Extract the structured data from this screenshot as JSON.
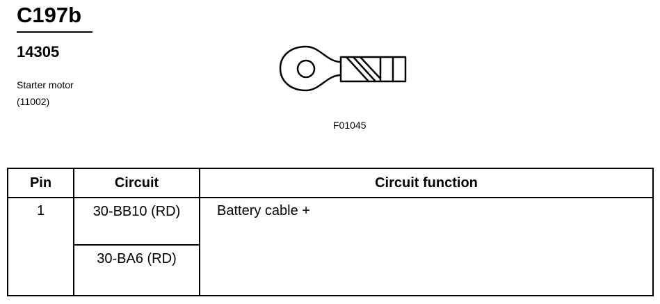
{
  "connector": {
    "id": "C197b",
    "part_number": "14305",
    "component_name": "Starter motor",
    "component_code": "(11002)"
  },
  "figure": {
    "code": "F01045",
    "icon": "ring-terminal-icon"
  },
  "table": {
    "headers": {
      "pin": "Pin",
      "circuit": "Circuit",
      "function": "Circuit function"
    },
    "rows": [
      {
        "pin": "1",
        "circuits": [
          "30-BB10 (RD)",
          "30-BA6 (RD)"
        ],
        "function": "Battery cable +"
      }
    ]
  }
}
